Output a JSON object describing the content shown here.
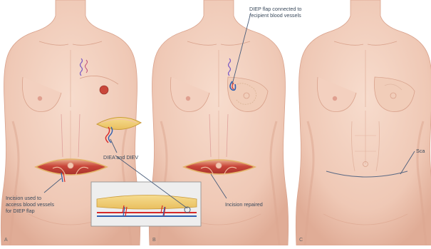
{
  "panels": {
    "a": {
      "letter": "A"
    },
    "b": {
      "letter": "B"
    },
    "c": {
      "letter": "C"
    }
  },
  "labels": {
    "incision_access_line1": "Incision used to",
    "incision_access_line2": "access blood vessels",
    "incision_access_line3": "for DIEP flap",
    "diea_diev": "DIEA and DIEV",
    "flap_connected_line1": "DIEP flap connected to",
    "flap_connected_line2": "recipient blood vessels",
    "incision_repaired": "Incision repaired",
    "scar": "Sca"
  },
  "colors": {
    "background": "#ffffff",
    "skin": "#f3d2c2",
    "skin_shadow": "#e2b19e",
    "tissue": "#c9463a",
    "fat": "#f3d27a",
    "artery": "#d62828",
    "vein": "#2f5fb0",
    "label_text": "#3a4a5c",
    "leader_line": "#4a5d7a"
  }
}
